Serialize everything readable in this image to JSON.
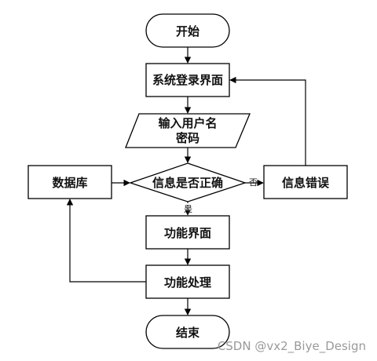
{
  "flowchart": {
    "nodes": {
      "start": "开始",
      "login_page": "系统登录界面",
      "input_line1": "输入用户名",
      "input_line2": "密码",
      "check": "信息是否正确",
      "database": "数据库",
      "error": "信息错误",
      "function_page": "功能界面",
      "function_process": "功能处理",
      "end": "结束"
    },
    "edge_labels": {
      "no": "否",
      "yes": "是"
    }
  },
  "watermark": "CSDN @vx2_Biye_Design"
}
